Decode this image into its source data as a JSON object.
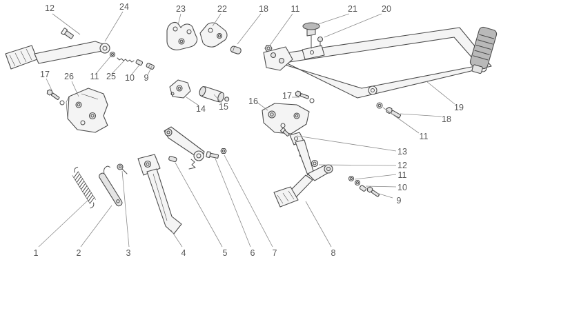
{
  "figure": {
    "description": "Exploded parts diagram with numbered callouts",
    "background": "#ffffff"
  },
  "colors": {
    "line": "#4a4a4a",
    "label": "#555555",
    "fill_light": "#f4f4f4",
    "fill_mid": "#e4e4e4",
    "fill_shade": "#b9b9b9",
    "leader": "#8a8a8a"
  },
  "callouts": [
    "12",
    "24",
    "23",
    "22",
    "18",
    "11",
    "21",
    "20",
    "17",
    "26",
    "11",
    "25",
    "10",
    "9",
    "14",
    "15",
    "16",
    "17",
    "19",
    "18",
    "11",
    "13",
    "12",
    "11",
    "10",
    "9",
    "1",
    "2",
    "3",
    "4",
    "5",
    "6",
    "7",
    "8"
  ]
}
